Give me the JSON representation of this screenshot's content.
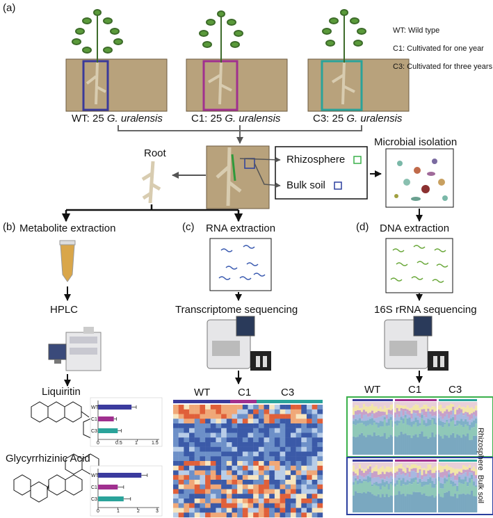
{
  "panel_labels": {
    "a": "(a)",
    "b": "(b)",
    "c": "(c)",
    "d": "(d)"
  },
  "legend": {
    "wt": "WT: Wild type",
    "c1": "C1: Cultivated for one year",
    "c3": "C3: Cultivated for three years"
  },
  "groups": [
    {
      "prefix": "WT: 25 ",
      "species": "G. uralensis",
      "color": "#3a3a9a"
    },
    {
      "prefix": "C1: 25 ",
      "species": "G. uralensis",
      "color": "#a0308f"
    },
    {
      "prefix": "C3: 25 ",
      "species": "G. uralensis",
      "color": "#2aa39a"
    }
  ],
  "center": {
    "root": "Root",
    "rhizosphere": "Rhizosphere",
    "bulk_soil": "Bulk soil",
    "microbial_isolation": "Microbial isolation"
  },
  "branch_b": {
    "title": "Metabolite extraction",
    "hplc": "HPLC",
    "liquiritin": "Liquiritin",
    "glycyrrhizinic": "Glycyrrhizinic Acid"
  },
  "branch_c": {
    "title": "RNA extraction",
    "seq": "Transcriptome sequencing",
    "heat_groups": [
      "WT",
      "C1",
      "C3"
    ]
  },
  "branch_d": {
    "title": "DNA extraction",
    "seq": "16S rRNA sequencing",
    "bar_groups": [
      "WT",
      "C1",
      "C3"
    ],
    "rhizo_label": "Rhizosphere",
    "bulk_label": "Bulk soil"
  },
  "chart1": {
    "categories": [
      "WT",
      "C1",
      "C3"
    ],
    "values": [
      0.85,
      0.4,
      0.5
    ],
    "errors": [
      0.12,
      0.07,
      0.09
    ],
    "ticks": [
      "0",
      "0.5",
      "1",
      "1.5"
    ],
    "xlim": [
      0,
      1.5
    ],
    "colors": [
      "#3b3b9e",
      "#a0308f",
      "#2aa39a"
    ]
  },
  "chart2": {
    "categories": [
      "WT",
      "C1",
      "C3"
    ],
    "values": [
      2.2,
      1.0,
      1.3
    ],
    "errors": [
      0.3,
      0.3,
      0.35
    ],
    "ticks": [
      "0",
      "1",
      "2",
      "3"
    ],
    "xlim": [
      0,
      3
    ],
    "colors": [
      "#3b3b9e",
      "#a0308f",
      "#2aa39a"
    ]
  }
}
